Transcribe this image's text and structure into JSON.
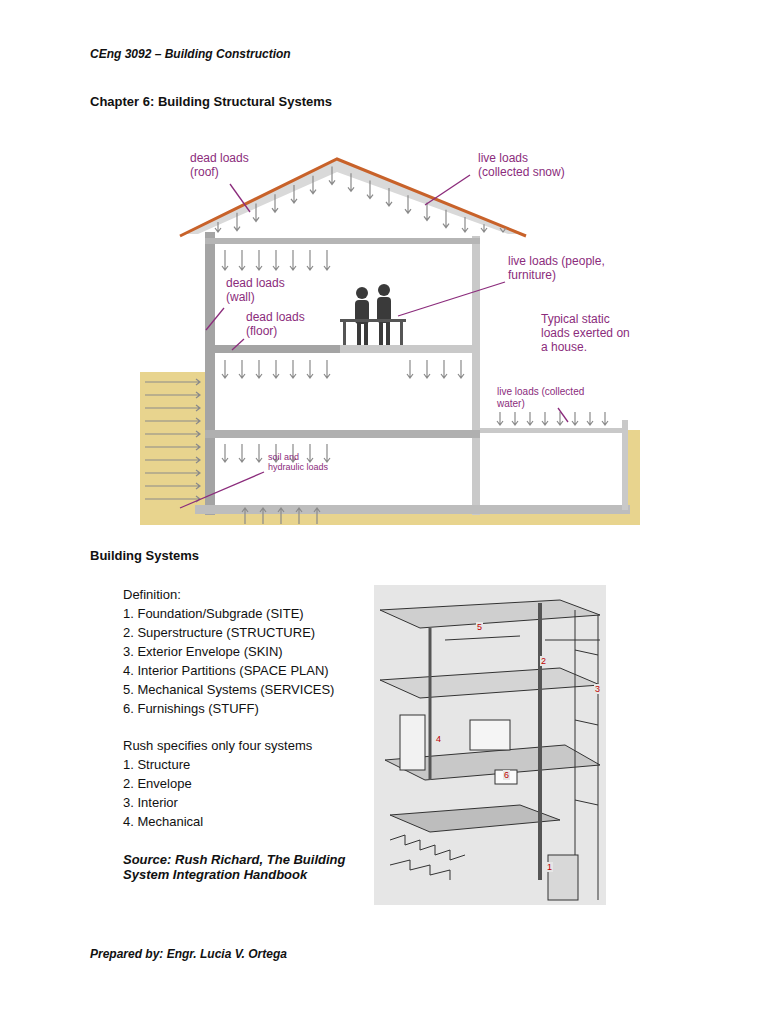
{
  "diagram": {
    "title": "Chapter 6: Building Structural Systems",
    "labels": [
      "CEng 3092 – Building Construction",
      "dead loads (roof)",
      "live loads (collected snow)",
      "live loads (people, furniture)",
      "dead loads (wall)",
      "dead loads (floor)",
      "Typical static loads exerted on a house.",
      "live loads (collected water)",
      "soil and hydraulic loads",
      "Building Systems",
      "Definition:",
      "1. Foundation/Subgrade (SITE)",
      "2. Superstructure (STRUCTURE)",
      "3. Exterior Envelope (SKIN)",
      "4. Interior Partitions (SPACE PLAN)",
      "5. Mechanical Systems (SERVICES)",
      "6. Furnishings (STUFF)",
      "Rush specifies only four systems",
      "1. Structure",
      "2. Envelope",
      "3. Interior",
      "4. Mechanical",
      "Source: Rush Richard, The Building System Integration Handbook",
      "1",
      "2",
      "3",
      "4",
      "5",
      "6",
      "Prepared by: Engr. Lucia V. Ortega"
    ]
  }
}
